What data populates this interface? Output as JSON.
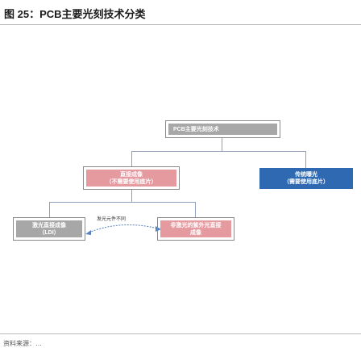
{
  "figure": {
    "title": "图 25：PCB主要光刻技术分类"
  },
  "nodes": {
    "root": {
      "label": "PCB主要光刻技术"
    },
    "direct": {
      "line1": "直接成像",
      "line2": "（不需要使用底片）"
    },
    "traditional": {
      "line1": "传统曝光",
      "line2": "（需要使用底片）"
    },
    "ldi": {
      "line1": "激光直接成像",
      "line2": "（LDI）"
    },
    "nonlaser": {
      "line1": "非激光的紫外光直接",
      "line2": "成像"
    }
  },
  "edges": {
    "light_source_label": "发光元件不同"
  },
  "footer": {
    "source": "资料来源：…"
  },
  "colors": {
    "root_fill": "#a7a7a7",
    "direct_fill": "#e59aa0",
    "traditional_fill": "#2e69b2",
    "connector": "#8f9fba"
  }
}
